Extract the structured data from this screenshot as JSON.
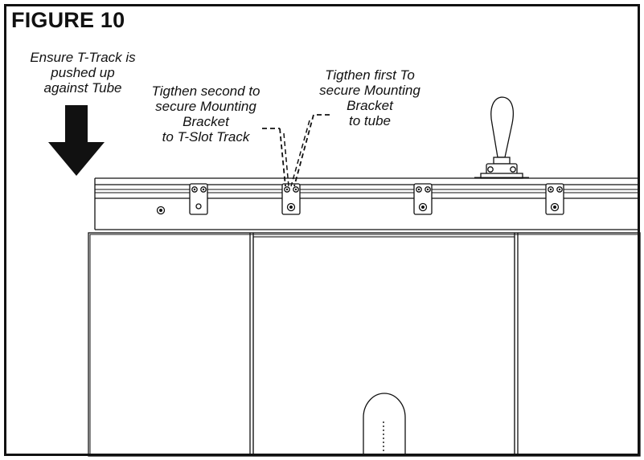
{
  "figure": {
    "title": "FIGURE 10",
    "notes": {
      "tube_check": [
        "Ensure T-Track is",
        "pushed up",
        "against Tube"
      ],
      "second_screw": [
        "Tigthen second to",
        "secure Mounting",
        "Bracket",
        "to T-Slot Track"
      ],
      "first_screw": [
        "Tigthen first To",
        "secure Mounting",
        "Bracket",
        "to tube"
      ]
    },
    "colors": {
      "line": "#111111",
      "background": "#ffffff"
    },
    "icons": {
      "arrow": "down-arrow-icon",
      "clamp": "toggle-clamp-icon"
    }
  }
}
